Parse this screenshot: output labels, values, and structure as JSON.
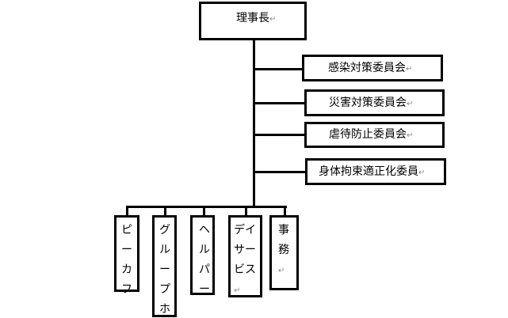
{
  "top": {
    "label": "理事長"
  },
  "committees": [
    {
      "label": "感染対策委員会"
    },
    {
      "label": "災害対策委員会"
    },
    {
      "label": "虐待防止委員会"
    },
    {
      "label": "身体拘束適正化委員"
    }
  ],
  "departments": [
    {
      "label": "ピーカフ"
    },
    {
      "label": "グループホ"
    },
    {
      "label": "ヘルパー"
    },
    {
      "label": "デイサービス"
    },
    {
      "label": "事務"
    }
  ],
  "return_mark": "↵"
}
